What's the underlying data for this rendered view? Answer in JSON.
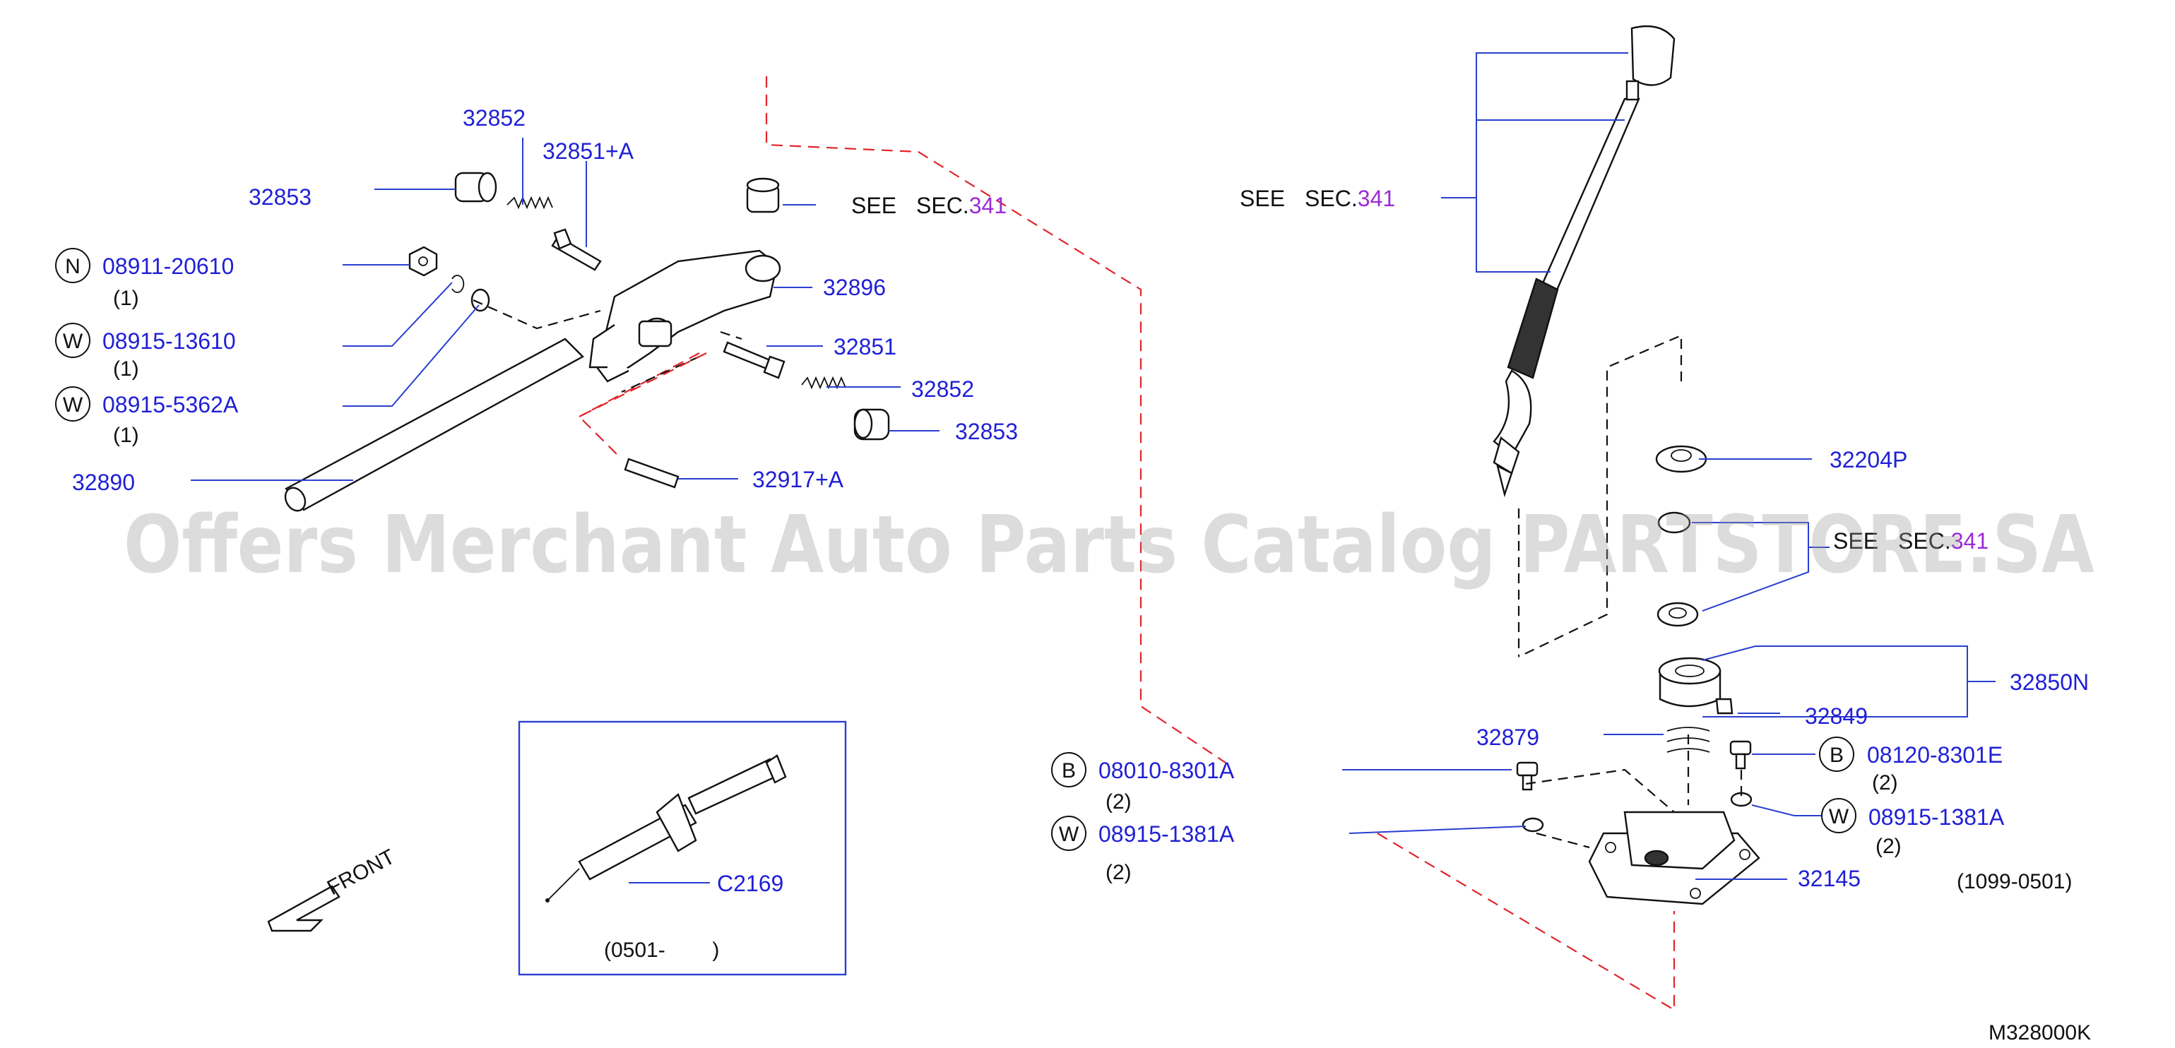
{
  "watermark": "Offers Merchant Auto Parts Catalog PARTSTORE.SA",
  "diagram_code": "M328000K",
  "front_label": "FRONT",
  "see_sec": {
    "see": "SEE",
    "sec": "SEC.",
    "num": "341"
  },
  "left": {
    "p32852_top": "32852",
    "p32851a_top": "32851+A",
    "p32853_top": "32853",
    "n_symbol": "N",
    "n_part": "08911-20610",
    "n_qty": "(1)",
    "w1_symbol": "W",
    "w1_part": "08915-13610",
    "w1_qty": "(1)",
    "w2_symbol": "W",
    "w2_part": "08915-5362A",
    "w2_qty": "(1)",
    "p32890": "32890",
    "p32896": "32896",
    "p32851": "32851",
    "p32852": "32852",
    "p32853": "32853",
    "p32917a": "32917+A"
  },
  "box": {
    "part": "C2169",
    "range": "(0501-        )"
  },
  "center": {
    "b_symbol": "B",
    "b_part": "08010-8301A",
    "b_qty": "(2)",
    "w_symbol": "W",
    "w_part": "08915-1381A",
    "w_qty": "(2)"
  },
  "right": {
    "p32204p": "32204P",
    "p32850n": "32850N",
    "p32849": "32849",
    "p32879": "32879",
    "b_symbol": "B",
    "b_part": "08120-8301E",
    "b_qty": "(2)",
    "w_symbol": "W",
    "w_part": "08915-1381A",
    "w_qty": "(2)",
    "p32145": "32145",
    "range": "(1099-0501)"
  }
}
